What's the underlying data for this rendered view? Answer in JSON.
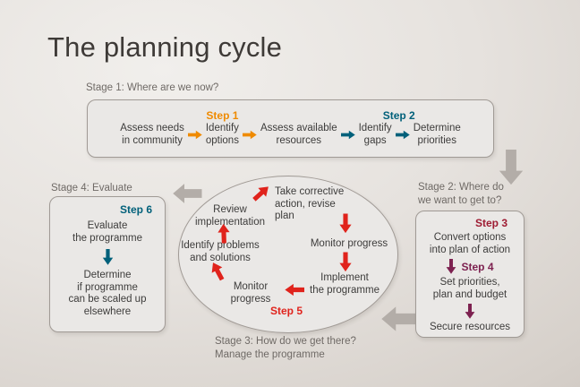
{
  "title": "The planning cycle",
  "colors": {
    "orange": "#ef8a00",
    "teal": "#00607a",
    "maroon": "#9e1b32",
    "purple": "#7d2150",
    "red": "#e0231c",
    "grey-arrow": "#b3ada8",
    "text-dark": "#3d3c3b",
    "stage-label": "#6f6a66",
    "box-bg": "#eae8e6",
    "box-border": "#a09a95"
  },
  "stage1": {
    "label": "Stage 1: Where are we now?",
    "step1": "Step 1",
    "step2": "Step 2",
    "nodes": {
      "assess_needs": "Assess needs\nin community",
      "identify_options": "Identify\noptions",
      "assess_resources": "Assess available\nresources",
      "identify_gaps": "Identify\ngaps",
      "determine_priorities": "Determine\npriorities"
    }
  },
  "stage2": {
    "label": "Stage 2: Where do\nwe want to get to?",
    "step3": "Step 3",
    "step4": "Step 4",
    "nodes": {
      "convert_options": "Convert options\ninto plan of action",
      "set_priorities": "Set priorities,\nplan and budget",
      "secure_resources": "Secure resources"
    }
  },
  "stage3": {
    "label": "Stage 3: How do we get there?\nManage the programme",
    "step5": "Step 5",
    "nodes": {
      "take_corrective": "Take corrective\naction, revise\nplan",
      "review": "Review\nimplementation",
      "identify_problems": "Identify problems\nand solutions",
      "monitor_bottom": "Monitor\nprogress",
      "implement": "Implement\nthe programme",
      "monitor_right": "Monitor progress"
    }
  },
  "stage4": {
    "label": "Stage 4: Evaluate",
    "step6": "Step 6",
    "nodes": {
      "evaluate": "Evaluate\nthe programme",
      "determine_scale": "Determine\nif programme\ncan be scaled up\nelsewhere"
    }
  }
}
